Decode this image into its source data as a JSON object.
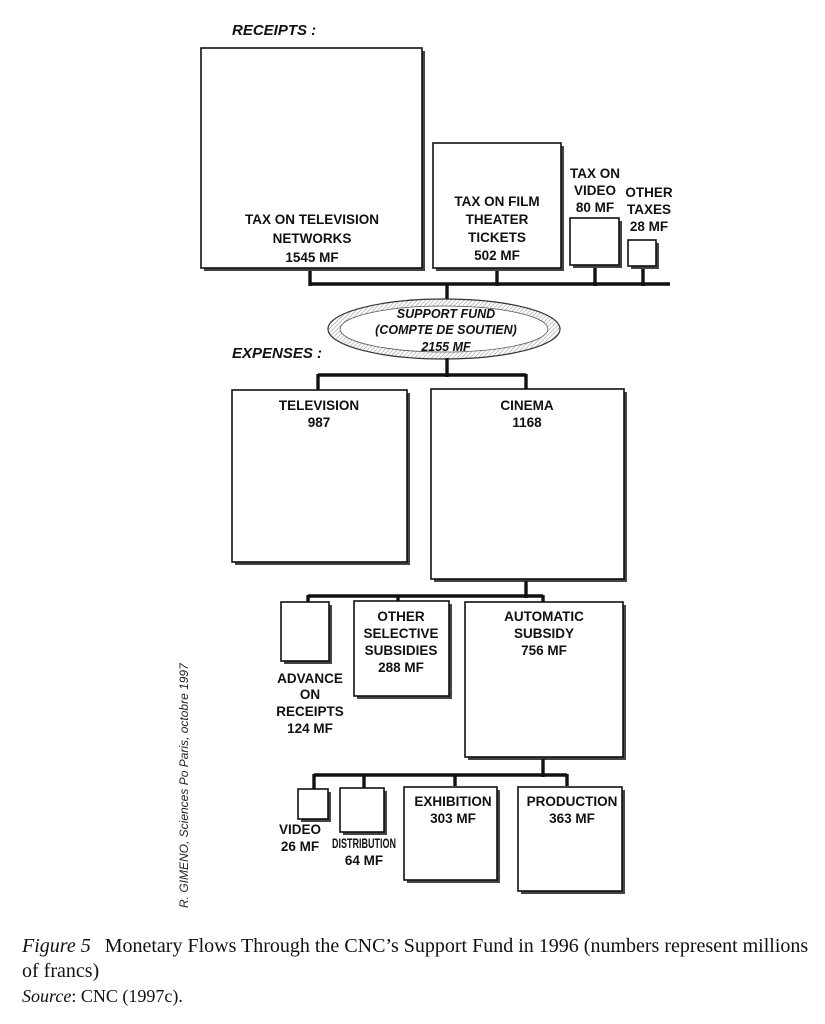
{
  "headers": {
    "receipts": "RECEIPTS :",
    "expenses": "EXPENSES :"
  },
  "fund": {
    "line1": "SUPPORT FUND",
    "line2": "(COMPTE DE SOUTIEN)",
    "line3": "2155 MF"
  },
  "receipts": {
    "tv_networks": {
      "lines": [
        "TAX ON TELEVISION",
        "NETWORKS",
        "1545 MF"
      ]
    },
    "film_tickets": {
      "lines": [
        "TAX ON FILM",
        "THEATER",
        "TICKETS",
        "502 MF"
      ]
    },
    "video": {
      "lines": [
        "TAX ON",
        "VIDEO",
        "80 MF"
      ]
    },
    "other_taxes": {
      "lines": [
        "OTHER",
        "TAXES",
        "28 MF"
      ]
    }
  },
  "expenses": {
    "television": {
      "lines": [
        "TELEVISION",
        "987"
      ]
    },
    "cinema": {
      "lines": [
        "CINEMA",
        "1168"
      ]
    },
    "advance": {
      "lines": [
        "ADVANCE",
        "ON",
        "RECEIPTS",
        "124 MF"
      ]
    },
    "selective": {
      "lines": [
        "OTHER",
        "SELECTIVE",
        "SUBSIDIES",
        "288 MF"
      ]
    },
    "automatic": {
      "lines": [
        "AUTOMATIC",
        "SUBSIDY",
        "756 MF"
      ]
    },
    "video": {
      "lines": [
        "VIDEO",
        "26 MF"
      ]
    },
    "distribution": {
      "lines": [
        "DISTRIBUTION",
        "64 MF"
      ]
    },
    "exhibition": {
      "lines": [
        "EXHIBITION",
        "303 MF"
      ]
    },
    "production": {
      "lines": [
        "PRODUCTION",
        "363 MF"
      ]
    }
  },
  "credit": "R. GIMENO, Sciences Po Paris, octobre 1997",
  "caption": {
    "figure_label": "Figure 5",
    "text": "Monetary Flows Through the CNC’s Support Fund in 1996 (numbers represent millions of francs)",
    "source_label": "Source",
    "source_text": ": CNC (1997c)."
  }
}
